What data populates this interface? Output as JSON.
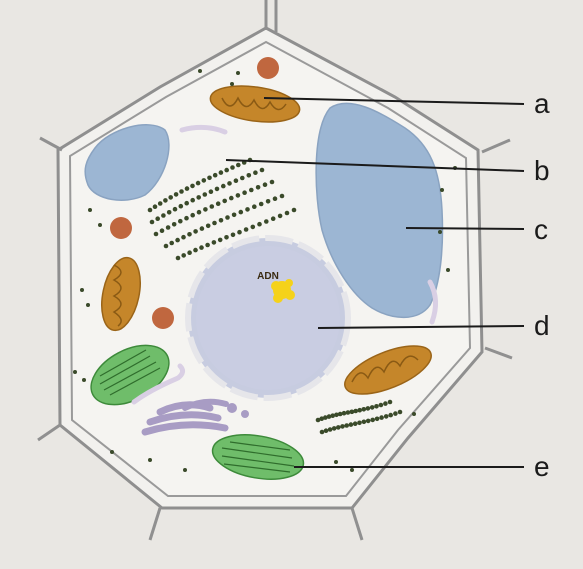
{
  "diagram": {
    "nucleus_label": "ADN",
    "labels": [
      {
        "key": "a",
        "text": "a"
      },
      {
        "key": "b",
        "text": "b"
      },
      {
        "key": "c",
        "text": "c"
      },
      {
        "key": "d",
        "text": "d"
      },
      {
        "key": "e",
        "text": "e"
      }
    ]
  },
  "colors": {
    "paper": "#e9e7e3",
    "cell_wall": "#8f8f8f",
    "cytoplasm": "#f4f3f0",
    "vacuole": "#9cb6d3",
    "nucleus": "#c7cce0",
    "nucleolus_dna": "#f5d21a",
    "mitochondrion": "#c5862a",
    "chloroplast": "#6fbd6a",
    "golgi": "#a89cc4",
    "ribosome": "#3a4a2a"
  }
}
